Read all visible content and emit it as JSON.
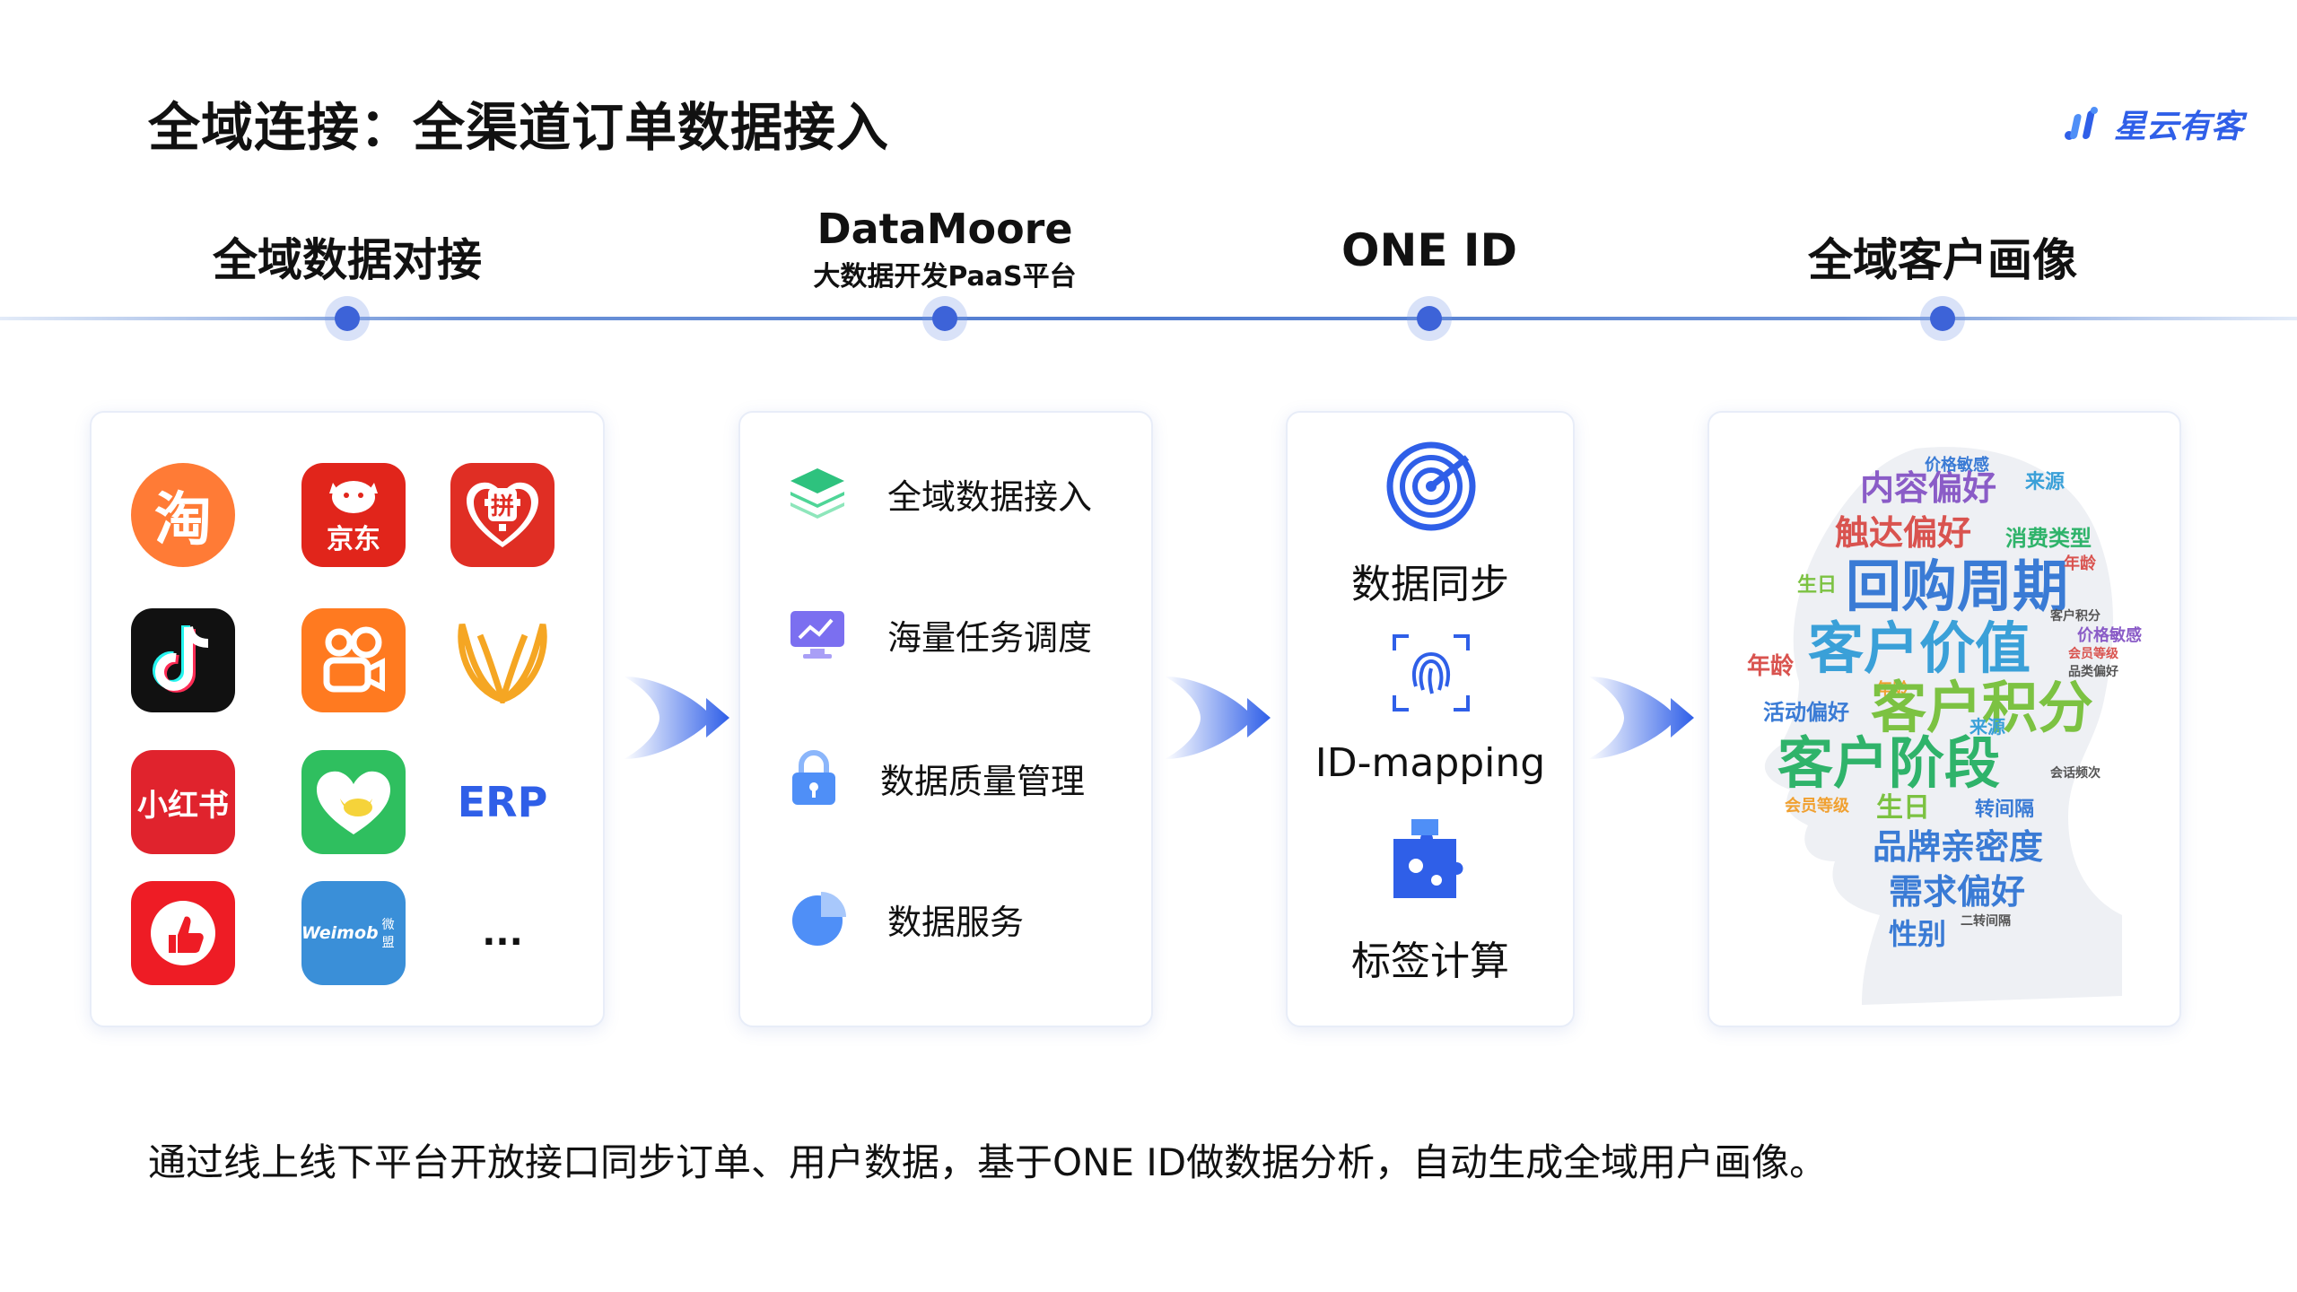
{
  "title": "全域连接：全渠道订单数据接入",
  "brand": {
    "name": "星云有客",
    "color": "#2f5fe8"
  },
  "steps": [
    {
      "label": "全域数据对接",
      "sub": ""
    },
    {
      "label": "DataMoore",
      "sub": "大数据开发PaaS平台"
    },
    {
      "label": "ONE ID",
      "sub": ""
    },
    {
      "label": "全域客户画像",
      "sub": ""
    }
  ],
  "platforms": {
    "taobao": {
      "glyph": "淘",
      "color": "#ff7b36"
    },
    "jd": {
      "glyph": "京东",
      "color": "#e1251b"
    },
    "pinduoduo": {
      "glyph": "拼",
      "color": "#e02e24"
    },
    "douyin": {
      "color": "#111111"
    },
    "kuaishou": {
      "color": "#ff7a20"
    },
    "weidian": {
      "color": "#f5a623"
    },
    "xiaohongshu": {
      "glyph": "小红书",
      "color": "#e0232d"
    },
    "youzan": {
      "color": "#2fbf5f"
    },
    "erp": {
      "label": "ERP",
      "color": "#2f5fe8"
    },
    "dianping": {
      "color": "#ee1c25"
    },
    "weimob": {
      "label": "Weimob",
      "sub": "微盟",
      "color": "#3a8fd8"
    },
    "more": {
      "label": "..."
    }
  },
  "datamoore_features": [
    {
      "label": "全域数据接入",
      "icon": "layers-icon",
      "color": "#2ec27e"
    },
    {
      "label": "海量任务调度",
      "icon": "monitor-chart-icon",
      "color": "#7b6ff0"
    },
    {
      "label": "数据质量管理",
      "icon": "lock-icon",
      "color": "#4f8ff7"
    },
    {
      "label": "数据服务",
      "icon": "pie-chart-icon",
      "color": "#4f8ff7"
    }
  ],
  "oneid_features": [
    {
      "label": "数据同步",
      "icon": "radar-icon"
    },
    {
      "label": "ID-mapping",
      "icon": "fingerprint-icon"
    },
    {
      "label": "标签计算",
      "icon": "puzzle-icon"
    }
  ],
  "word_cloud": [
    {
      "text": "回购周期",
      "color": "#3a7bd5"
    },
    {
      "text": "客户价值",
      "color": "#3aa0d8"
    },
    {
      "text": "客户积分",
      "color": "#7cc242"
    },
    {
      "text": "客户阶段",
      "color": "#2fb36a"
    },
    {
      "text": "内容偏好",
      "color": "#8a5cc7"
    },
    {
      "text": "触达偏好",
      "color": "#d9534f"
    },
    {
      "text": "品牌亲密度",
      "color": "#3a7bd5"
    },
    {
      "text": "需求偏好",
      "color": "#3a7bd5"
    },
    {
      "text": "性别",
      "color": "#3a7bd5"
    },
    {
      "text": "年龄",
      "color": "#d9534f"
    },
    {
      "text": "生日",
      "color": "#7cc242"
    },
    {
      "text": "来源",
      "color": "#3aa0d8"
    },
    {
      "text": "消费类型",
      "color": "#2fb36a"
    },
    {
      "text": "活动偏好",
      "color": "#3a7bd5"
    },
    {
      "text": "价格敏感",
      "color": "#8a5cc7"
    },
    {
      "text": "转间隔",
      "color": "#3a7bd5"
    },
    {
      "text": "会员等级",
      "color": "#f0a030"
    },
    {
      "text": "客户积分",
      "color": "#555555"
    },
    {
      "text": "年龄",
      "color": "#f0a030"
    },
    {
      "text": "生日",
      "color": "#3aa0d8"
    },
    {
      "text": "来源",
      "color": "#2fb36a"
    },
    {
      "text": "价格敏感",
      "color": "#3a7bd5"
    },
    {
      "text": "会员等级",
      "color": "#d9534f"
    },
    {
      "text": "品类偏好",
      "color": "#555555"
    },
    {
      "text": "会话频次",
      "color": "#555555"
    },
    {
      "text": "二转间隔",
      "color": "#555555"
    },
    {
      "text": "年龄",
      "color": "#d9534f"
    }
  ],
  "footer": "通过线上线下平台开放接口同步订单、用户数据，基于ONE ID做数据分析，自动生成全域用户画像。"
}
